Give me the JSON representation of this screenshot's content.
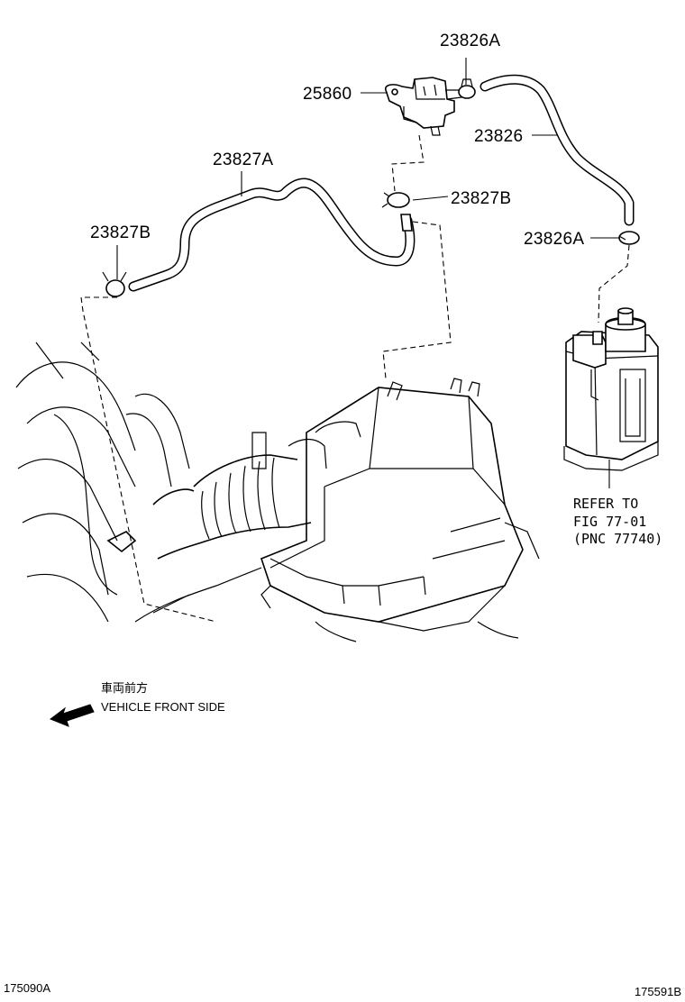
{
  "diagram": {
    "parts": {
      "p23826A_top": "23826A",
      "p25860": "25860",
      "p23826": "23826",
      "p23827A": "23827A",
      "p23827B_right": "23827B",
      "p23827B_left": "23827B",
      "p23826A_right": "23826A"
    },
    "refer": {
      "line1": "REFER TO",
      "line2": "FIG 77-01",
      "line3": "(PNC 77740)"
    },
    "direction": {
      "japanese": "車両前方",
      "english": "VEHICLE FRONT SIDE"
    },
    "footer": {
      "left_code": "175090A",
      "right_code": "175591B"
    }
  }
}
